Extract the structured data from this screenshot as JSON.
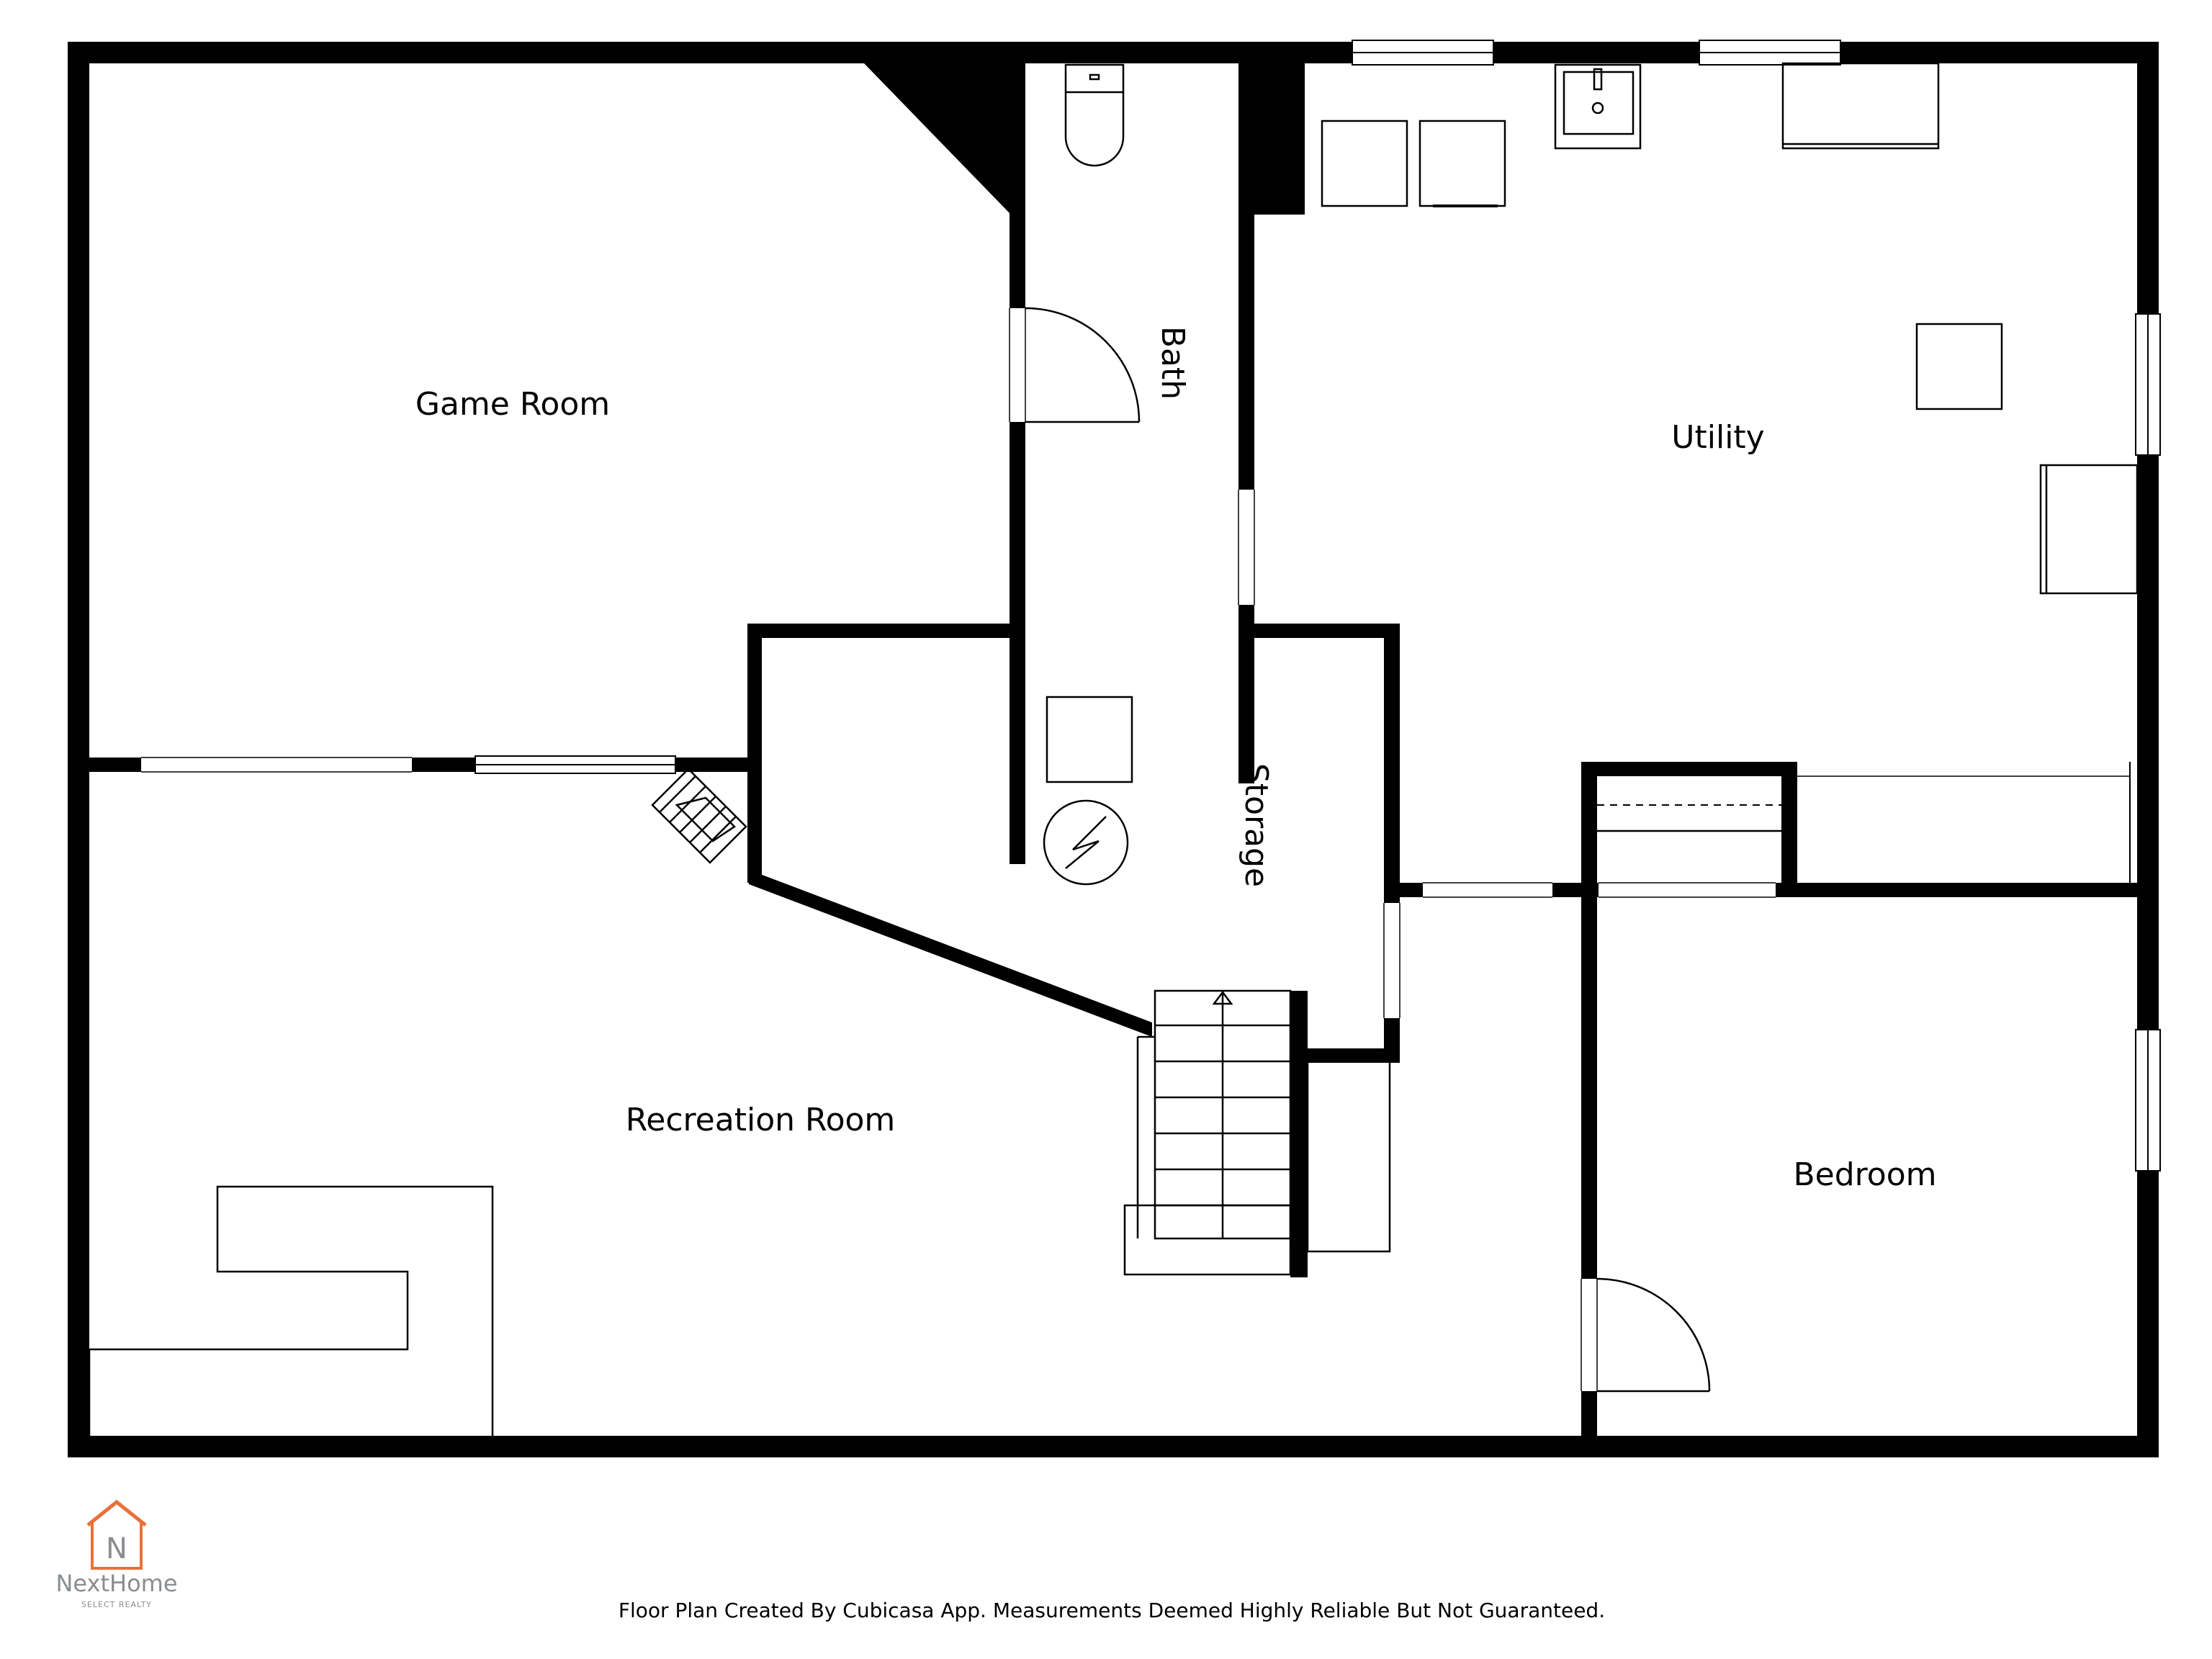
{
  "rooms": {
    "game_room": "Game Room",
    "bath": "Bath",
    "utility": "Utility",
    "storage": "Storage",
    "recreation_room": "Recreation Room",
    "bedroom": "Bedroom"
  },
  "footer": {
    "disclaimer": "Floor Plan Created By Cubicasa App. Measurements Deemed Highly Reliable But Not Guaranteed."
  },
  "logo": {
    "letter": "N",
    "name": "NextHome",
    "subtitle": "SELECT REALTY",
    "accent_color": "#e8713a"
  }
}
